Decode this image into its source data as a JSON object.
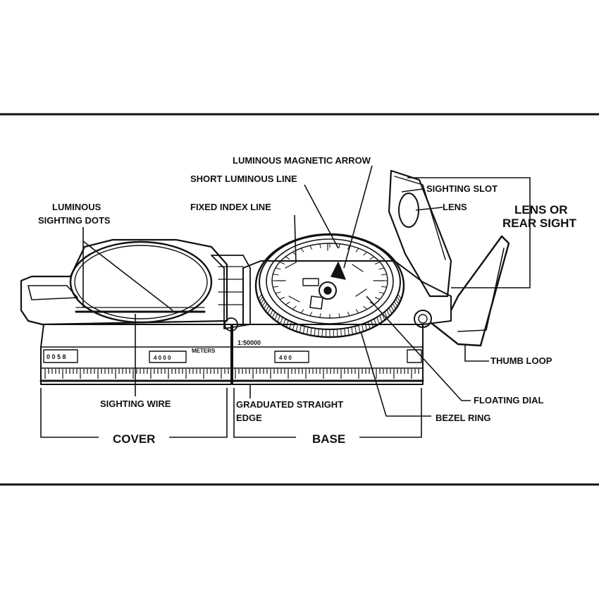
{
  "labels": {
    "luminous_magnetic_arrow": "LUMINOUS MAGNETIC ARROW",
    "short_luminous_line": "SHORT LUMINOUS LINE",
    "fixed_index_line": "FIXED INDEX LINE",
    "luminous_sighting_dots_1": "LUMINOUS",
    "luminous_sighting_dots_2": "SIGHTING DOTS",
    "sighting_slot": "SIGHTING SLOT",
    "lens": "LENS",
    "lens_or_rear_sight_1": "LENS OR",
    "lens_or_rear_sight_2": "REAR SIGHT",
    "thumb_loop": "THUMB LOOP",
    "floating_dial": "FLOATING DIAL",
    "bezel_ring": "BEZEL RING",
    "sighting_wire": "SIGHTING WIRE",
    "graduated_straight_edge_1": "GRADUATED STRAIGHT",
    "graduated_straight_edge_2": "EDGE",
    "cover": "COVER",
    "base": "BASE"
  },
  "scale_text": {
    "left_cover_numbers": "0 0 5 8",
    "cover_mid_numbers": "4 0 0 0",
    "cover_meters": "METERS",
    "base_scale": "1:50000",
    "base_mid_numbers": "4 0 0"
  }
}
